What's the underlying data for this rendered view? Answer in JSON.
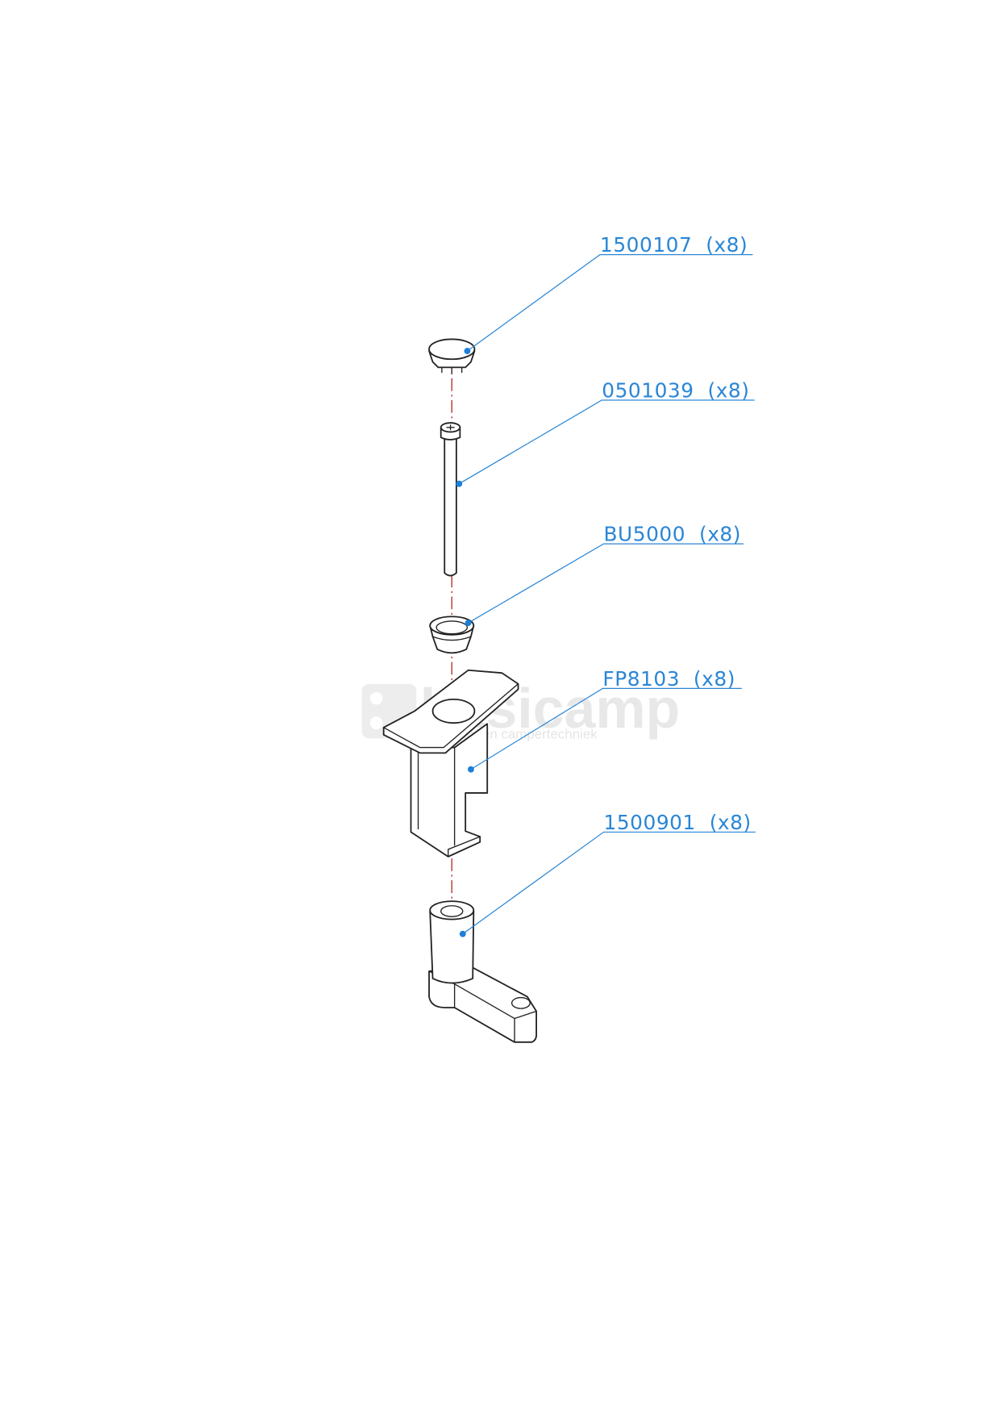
{
  "watermark": {
    "brand": "basicamp",
    "tagline": "caravan- en campertechniek"
  },
  "parts": [
    {
      "label": "1500107  (x8)",
      "part_number": "1500107",
      "quantity": "x8"
    },
    {
      "label": "0501039  (x8)",
      "part_number": "0501039",
      "quantity": "x8"
    },
    {
      "label": "BU5000  (x8)",
      "part_number": "BU5000",
      "quantity": "x8"
    },
    {
      "label": "FP8103  (x8)",
      "part_number": "FP8103",
      "quantity": "x8"
    },
    {
      "label": "1500901  (x8)",
      "part_number": "1500901",
      "quantity": "x8"
    }
  ],
  "colors": {
    "callout": "#2a86d6",
    "axis": "#b0302a"
  }
}
